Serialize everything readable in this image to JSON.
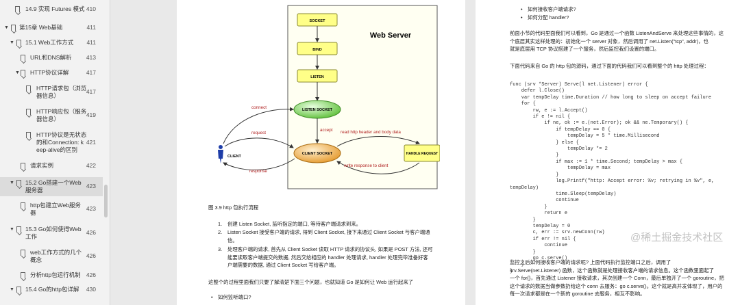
{
  "toc": [
    {
      "label": "14.9 实现 Futures 模式",
      "page": "410",
      "level": 1,
      "arrow": ""
    },
    {
      "label": "第15章 Web基础",
      "page": "411",
      "level": 0,
      "arrow": "▼"
    },
    {
      "label": "15.1 Web工作方式",
      "page": "411",
      "level": 1,
      "arrow": "▼"
    },
    {
      "label": "URL和DNS解析",
      "page": "413",
      "level": 2,
      "arrow": ""
    },
    {
      "label": "HTTP协议详解",
      "page": "417",
      "level": 2,
      "arrow": "▼"
    },
    {
      "label": "HTTP请求包（浏览器信息）",
      "label_lines": [
        "HTTP请求包（浏览",
        "器信息）"
      ],
      "page": "417",
      "level": 3,
      "arrow": ""
    },
    {
      "label": "HTTP响应包（服务器信息）",
      "label_lines": [
        "HTTP响应包（服务",
        "器信息）"
      ],
      "page": "419",
      "level": 3,
      "arrow": ""
    },
    {
      "label": "HTTP协议是无状态的和Connection: keep-alive的区别",
      "label_lines": [
        "HTTP协议是无状态",
        "的和Connection: k",
        "eep-alive的区别"
      ],
      "page": "421",
      "level": 3,
      "arrow": ""
    },
    {
      "label": "请求实例",
      "page": "422",
      "level": 2,
      "arrow": ""
    },
    {
      "label": "15.2 Go搭建一个Web服务器",
      "label_lines": [
        "15.2 Go搭建一个Web",
        "服务器"
      ],
      "page": "423",
      "level": 1,
      "arrow": "▼",
      "selected": true
    },
    {
      "label": "http包建立Web服务器",
      "label_lines": [
        "http包建立Web服务",
        "器"
      ],
      "page": "423",
      "level": 2,
      "arrow": ""
    },
    {
      "label": "15.3 Go如何使得Web工作",
      "label_lines": [
        "15.3 Go如何使得Web",
        "工作"
      ],
      "page": "426",
      "level": 1,
      "arrow": "▼"
    },
    {
      "label": "web工作方式的几个概念",
      "label_lines": [
        "web工作方式的几个",
        "概念"
      ],
      "page": "426",
      "level": 2,
      "arrow": ""
    },
    {
      "label": "分析http包运行机制",
      "page": "426",
      "level": 2,
      "arrow": ""
    },
    {
      "label": "15.4 Go的http包详解",
      "page": "430",
      "level": 1,
      "arrow": "▼"
    }
  ],
  "diagram": {
    "title": "Web Server",
    "steps": [
      "SOCKET",
      "BIND",
      "LISTEN"
    ],
    "listen_socket": "LISTEN SOCKET",
    "client_socket": "CLIENT SOCKET",
    "handle_request": "HANDLE REQUEST",
    "client": "CLIENT",
    "labels": {
      "connect": "connect",
      "accept": "accept",
      "request": "request",
      "response": "response",
      "read": "read http header and body data",
      "write": "write response to client"
    }
  },
  "left_page": {
    "caption": "图 3.9 http 包执行流程",
    "items": [
      {
        "n": "1.",
        "text": "创建 Listen Socket, 监听指定的端口, 等待客户端请求到来。"
      },
      {
        "n": "2.",
        "lines": [
          "Listen Socket 接受客户端的请求, 得到 Client Socket, 接下来通过 Client Socket 与客户端通",
          "信。"
        ]
      },
      {
        "n": "3.",
        "lines": [
          "处理客户端的请求, 首先从 Client Socket 读取 HTTP 请求的协议头, 如果是 POST 方法, 还可",
          "能要读取客户端提交的数据, 然后交给相应的 handler 处理请求, handler 处理完毕准备好客",
          "户端需要的数据, 通过 Client Socket 写给客户端。"
        ]
      }
    ],
    "summary": "这整个的过程里面我们只要了解清楚下面三个问题，也就知道 Go 是如何让 Web 运行起来了",
    "bullet": "如何监听端口?"
  },
  "right_page": {
    "bullets": [
      "如何接收客户端请求?",
      "如何分配 handler?"
    ],
    "para1": [
      "前面小节的代码里面我们可以看到，Go 是通过一个函数 ListenAndServe 来处理这些事情的，这",
      "个底层其实这样处理的：初始化一个 server 对象，然后调用了 net.Listen(\"tcp\", addr)，也",
      "就是底层用 TCP 协议搭建了一个服务，然后监控我们设置的端口。"
    ],
    "para2": "下面代码来自 Go 的 http 包的源码，通过下面的代码我们可以看到整个的 http 处理过程：",
    "code": [
      "func (srv *Server) Serve(l net.Listener) error {",
      "    defer l.Close()",
      "    var tempDelay time.Duration // how long to sleep on accept failure",
      "    for {",
      "        rw, e := l.Accept()",
      "        if e != nil {",
      "            if ne, ok := e.(net.Error); ok && ne.Temporary() {",
      "                if tempDelay == 0 {",
      "                    tempDelay = 5 * time.Millisecond",
      "                } else {",
      "                    tempDelay *= 2",
      "                }",
      "                if max := 1 * time.Second; tempDelay > max {",
      "                    tempDelay = max",
      "                }",
      "                log.Printf(\"http: Accept error: %v; retrying in %v\", e,",
      "tempDelay)",
      "                time.Sleep(tempDelay)",
      "                continue",
      "            }",
      "            return e",
      "        }",
      "        tempDelay = 0",
      "        c, err := srv.newConn(rw)",
      "        if err != nil {",
      "            continue",
      "        }",
      "        go c.serve()",
      "    }",
      "}"
    ],
    "para3": [
      "监控之后如何接收客户端的请求呢? 上面代码执行监控端口之后，调用了",
      "srv.Serve(net.Listener) 函数，这个函数就是处理接收客户端的请求信息。这个函数里面起了",
      "一个 for{}，首先通过 Listener 接收请求，其次创建一个 Conn，最后单独开了一个 goroutine，把",
      "这个请求的数据当做参数扔给这个 conn 去服务：go c.serve()。这个就是高并发体现了，用户的",
      "每一次请求都是在一个新的 goroutine 去服务，相互不影响。"
    ],
    "watermark": "@稀土掘金技术社区"
  }
}
